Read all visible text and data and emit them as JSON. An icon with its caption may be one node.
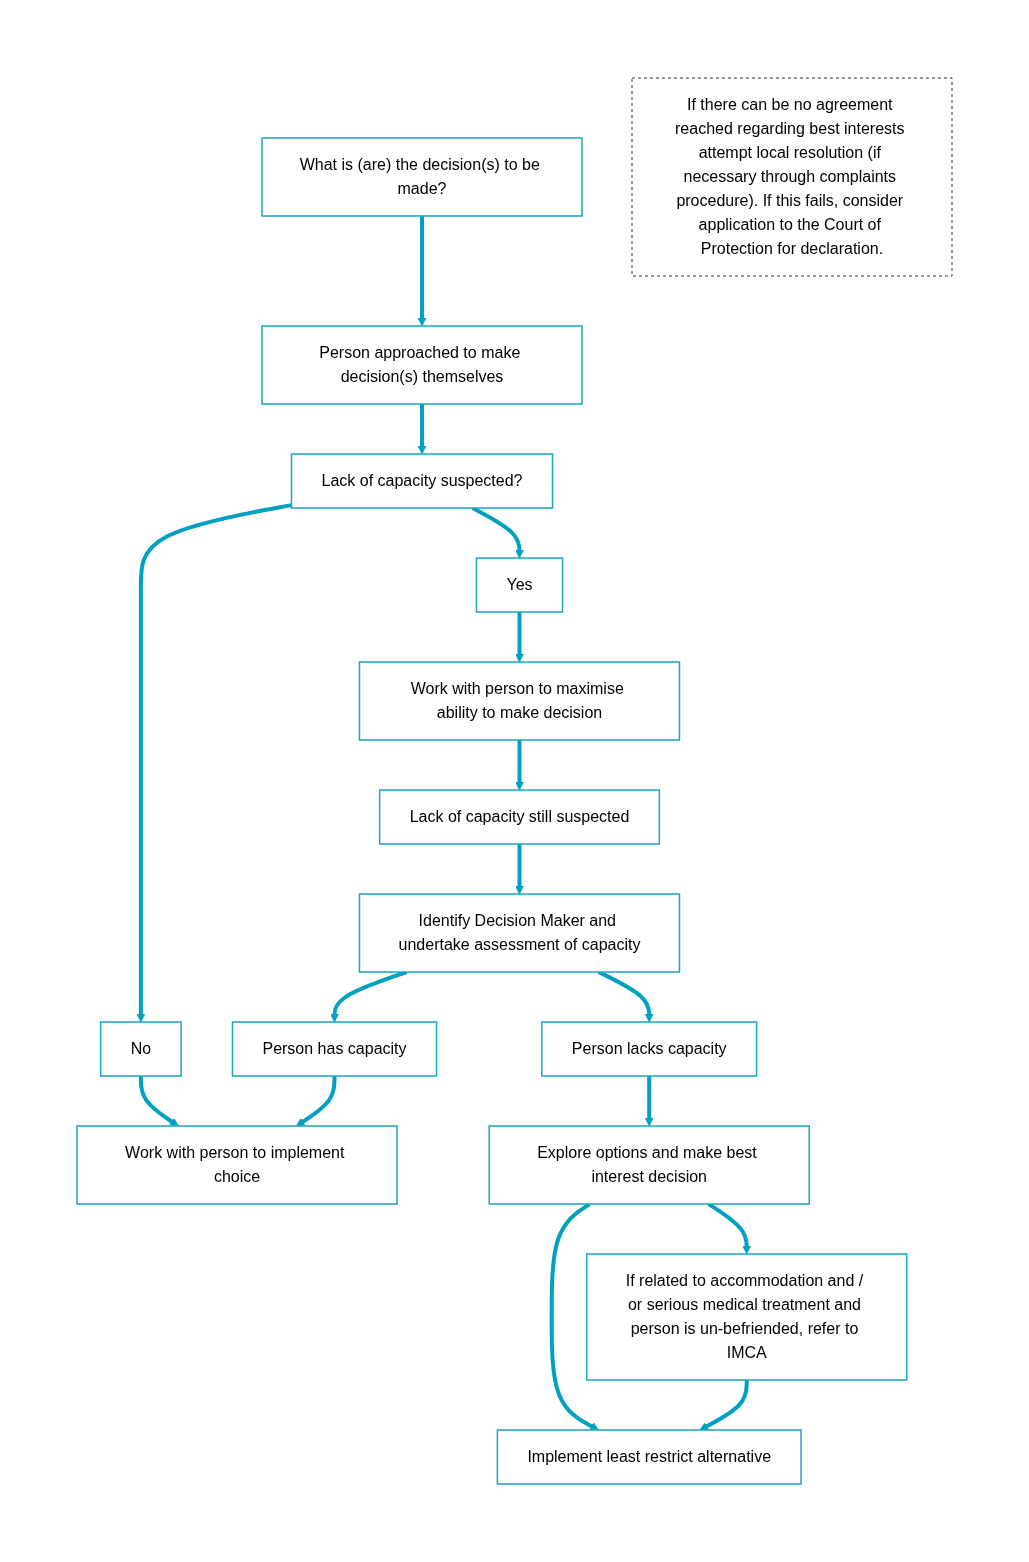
{
  "diagram": {
    "nodes": [
      {
        "text": [
          "What is (are) the decision(s) to be made?"
        ]
      },
      {
        "text": [
          "Person approached to make decision(s) themselves"
        ]
      },
      {
        "text": [
          "Lack of capacity suspected?"
        ]
      },
      {
        "text": [
          "Yes"
        ]
      },
      {
        "text": [
          "No"
        ]
      },
      {
        "text": [
          "Work with person to maximise ability to make decision"
        ]
      },
      {
        "text": [
          "Work with person to implement choice"
        ]
      },
      {
        "text": [
          "Lack of capacity still suspected"
        ]
      },
      {
        "text": [
          "Identify Decision Maker and undertake assessment of capacity"
        ]
      },
      {
        "text": [
          "Person lacks capacity"
        ]
      },
      {
        "text": [
          "Person has capacity"
        ]
      },
      {
        "text": [
          "Explore options and make best interest decision"
        ]
      },
      {
        "text": [
          "If related to accommodation and / or serious medical treatment and person is un-befriended, refer to IMCA"
        ]
      },
      {
        "text": [
          "Implement least restrict alternative"
        ]
      },
      {
        "text": [
          "If there can be no agreement reached regarding best interests attempt local resolution (if necessary through complaints procedure). If this fails, consider application to the Court of Protection for declaration."
        ]
      }
    ],
    "edges": [
      {
        "from": 0,
        "to": 1,
        "arrow": "to"
      },
      {
        "from": 1,
        "to": 2,
        "arrow": "to"
      },
      {
        "from": 2,
        "to": 3,
        "arrow": "to"
      },
      {
        "from": 2,
        "to": 4,
        "arrow": "to"
      },
      {
        "from": 3,
        "to": 5,
        "arrow": "to"
      },
      {
        "from": 4,
        "to": 6,
        "arrow": "to"
      },
      {
        "from": 5,
        "to": 7,
        "arrow": "to"
      },
      {
        "from": 7,
        "to": 8,
        "arrow": "to"
      },
      {
        "from": 8,
        "to": 9,
        "arrow": "to"
      },
      {
        "from": 8,
        "to": 10,
        "arrow": "to"
      },
      {
        "from": 10,
        "to": 6,
        "arrow": "to"
      },
      {
        "from": 9,
        "to": 11,
        "arrow": "to"
      },
      {
        "from": 11,
        "to": 12,
        "arrow": "to"
      },
      {
        "from": 11,
        "to": 13,
        "arrow": "to"
      },
      {
        "from": 12,
        "to": 13,
        "arrow": "to"
      }
    ]
  }
}
